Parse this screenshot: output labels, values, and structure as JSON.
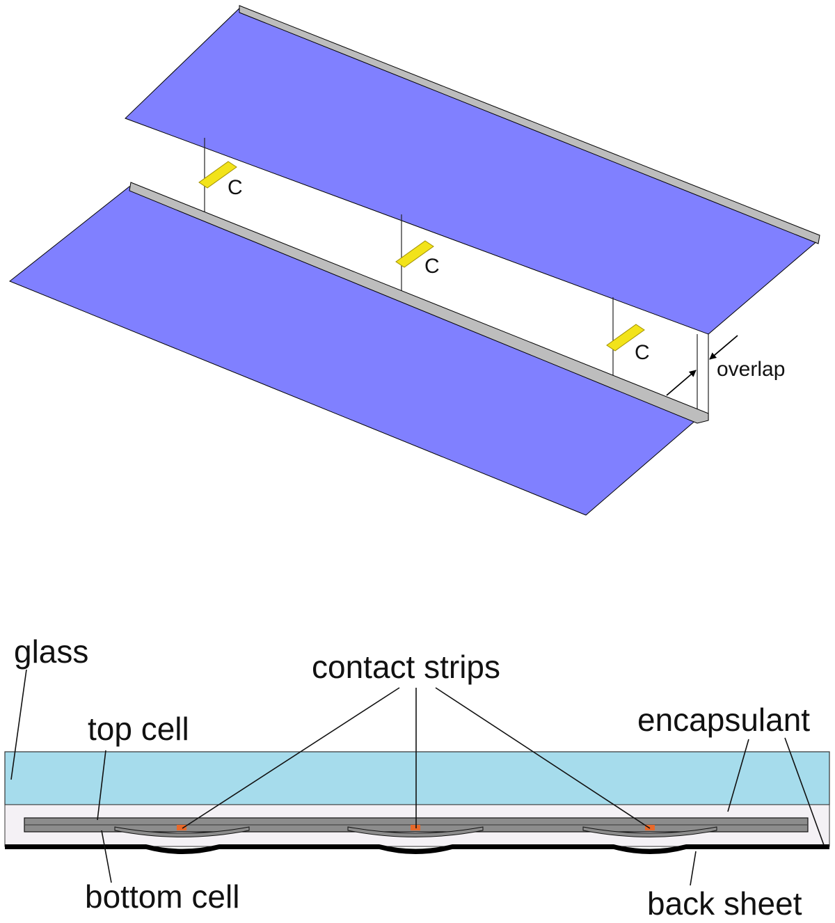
{
  "top_figure": {
    "contact_labels": [
      "C",
      "C",
      "C"
    ],
    "overlap_label": "overlap"
  },
  "cross_section": {
    "labels": {
      "glass": "glass",
      "contact_strips": "contact strips",
      "top_cell": "top cell",
      "encapsulant": "encapsulant",
      "bottom_cell": "bottom cell",
      "back_sheet": "back sheet"
    }
  },
  "colors": {
    "cell": "#8080ff",
    "cell_edge": "#bdbdbd",
    "contact": "#f2e31a",
    "glass": "#a6dcec",
    "encapsulant": "#f4f1f5",
    "cell_layer": "#8c8c8c",
    "contact_dot": "#e8692a",
    "back_sheet": "#000000"
  }
}
